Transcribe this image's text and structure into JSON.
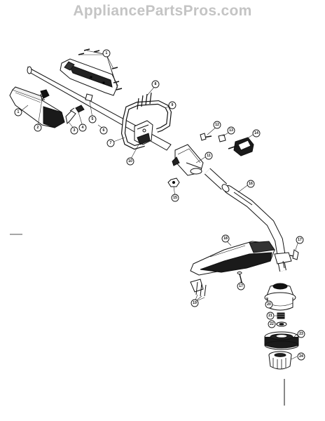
{
  "watermark": "AppliancePartsPros.com",
  "callouts": [
    {
      "id": "c1a",
      "label": "1"
    },
    {
      "id": "c1b",
      "label": "1"
    },
    {
      "id": "c2",
      "label": "2"
    },
    {
      "id": "c3",
      "label": "3"
    },
    {
      "id": "c4",
      "label": "4"
    },
    {
      "id": "c5",
      "label": "5"
    },
    {
      "id": "c6",
      "label": "6"
    },
    {
      "id": "c7",
      "label": "7"
    },
    {
      "id": "c8",
      "label": "8"
    },
    {
      "id": "c9",
      "label": "9"
    },
    {
      "id": "c10",
      "label": "10"
    },
    {
      "id": "c11",
      "label": "11"
    },
    {
      "id": "c12",
      "label": "12"
    },
    {
      "id": "c13",
      "label": "13"
    },
    {
      "id": "c14",
      "label": "14"
    },
    {
      "id": "c15",
      "label": "15"
    },
    {
      "id": "c16",
      "label": "16"
    },
    {
      "id": "c17a",
      "label": "17"
    },
    {
      "id": "c17b",
      "label": "17"
    },
    {
      "id": "c18",
      "label": "18"
    },
    {
      "id": "c19",
      "label": "19"
    },
    {
      "id": "c20",
      "label": "20"
    },
    {
      "id": "c21",
      "label": "21"
    },
    {
      "id": "c22",
      "label": "22"
    },
    {
      "id": "c23",
      "label": "23"
    },
    {
      "id": "c24",
      "label": "24"
    }
  ]
}
